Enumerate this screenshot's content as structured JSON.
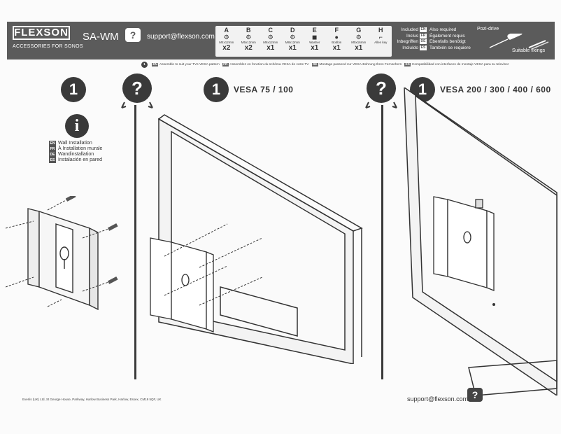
{
  "header": {
    "brand": "FLEXSON",
    "brand_sub": "ACCESSORIES FOR SONOS",
    "model": "SA-WM",
    "help_glyph": "?",
    "support_email": "support@flexson.com",
    "parts": [
      {
        "letter": "A",
        "size": "M4x12mm",
        "qty": "x2"
      },
      {
        "letter": "B",
        "size": "M5x12mm",
        "qty": "x2"
      },
      {
        "letter": "C",
        "size": "M6x12mm",
        "qty": "x1"
      },
      {
        "letter": "D",
        "size": "M8x12mm",
        "qty": "x1"
      },
      {
        "letter": "E",
        "size": "Washer",
        "qty": "x1"
      },
      {
        "letter": "F",
        "size": "Bobbin",
        "qty": "x1"
      },
      {
        "letter": "G",
        "size": "M5x16mm",
        "qty": "x1"
      },
      {
        "letter": "H",
        "size": "Allen key",
        "qty": ""
      }
    ],
    "included": [
      "Included",
      "Inclus",
      "Inbegriffen",
      "Incluído"
    ],
    "lang_codes": [
      "EN",
      "FR",
      "DE",
      "ES"
    ],
    "also_required": [
      "Also required",
      "Également requis",
      "Ebenfalls benötigt",
      "También se requiere"
    ],
    "pozi_drive": "Pozi-drive",
    "suitable_fixings": "Suitable fixings"
  },
  "subline": {
    "number": "1",
    "items": [
      {
        "code": "EN",
        "text": "Assemble to suit your TVs VESA pattern"
      },
      {
        "code": "FR",
        "text": "Assemblez en fonction du schéma VESA de votre TV"
      },
      {
        "code": "DE",
        "text": "Montage passend zur VESA-Bohrung Ihres Fernsehers"
      },
      {
        "code": "ES",
        "text": "Compatibilidad con interfaces de montaje VESA para su televisor"
      }
    ]
  },
  "steps": {
    "left_number": "1",
    "question_glyph": "?",
    "info_glyph": "i",
    "mid_number": "1",
    "mid_title": "VESA 75 / 100",
    "right_number": "1",
    "right_title": "VESA 200 / 300 / 400 / 600"
  },
  "wall_install": [
    {
      "code": "EN",
      "text": "Wall Installation"
    },
    {
      "code": "FR",
      "text": "À Installation murale"
    },
    {
      "code": "DE",
      "text": "Wandinstallation"
    },
    {
      "code": "ES",
      "text": "Instalación en pared"
    }
  ],
  "footer": {
    "address": "Everlis (UK) Ltd, St George House, Parkway, Harlow Business Park, Harlow, Essex, CM19 5QF, UK",
    "email": "support@flexson.com",
    "help_glyph": "?"
  }
}
